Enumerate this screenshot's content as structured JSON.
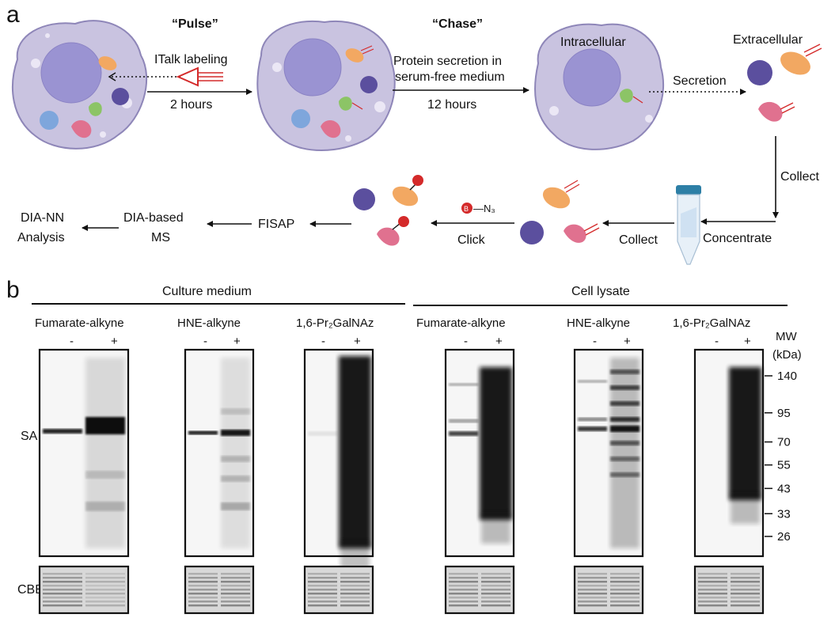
{
  "panel_a": {
    "letter": "a",
    "pulse_quote": "“Pulse”",
    "chase_quote": "“Chase”",
    "italk_label": "ITalk labeling",
    "time_pulse": "2 hours",
    "secretion_line1": "Protein secretion in",
    "secretion_line2": "serum-free medium",
    "time_chase": "12 hours",
    "intracellular": "Intracellular",
    "extracellular": "Extracellular",
    "secretion": "Secretion",
    "collect_right": "Collect",
    "concentrate": "Concentrate",
    "collect_bottom": "Collect",
    "click": "Click",
    "azide_label": "—N₃",
    "biotin_letter": "B",
    "fisap": "FISAP",
    "dia_ms_line1": "DIA-based",
    "dia_ms_line2": "MS",
    "dia_nn_line1": "DIA-NN",
    "dia_nn_line2": "Analysis"
  },
  "panel_b": {
    "letter": "b",
    "group_culture": "Culture medium",
    "group_lysate": "Cell lysate",
    "probes": [
      {
        "name": "Fumarate-alkyne",
        "minus": "-",
        "plus": "+"
      },
      {
        "name": "HNE-alkyne",
        "minus": "-",
        "plus": "+"
      },
      {
        "name": "1,6-Pr₂GalNAz",
        "minus": "-",
        "plus": "+"
      },
      {
        "name": "Fumarate-alkyne",
        "minus": "-",
        "plus": "+"
      },
      {
        "name": "HNE-alkyne",
        "minus": "-",
        "plus": "+"
      },
      {
        "name": "1,6-Pr₂GalNAz",
        "minus": "-",
        "plus": "+"
      }
    ],
    "row_sa": "SA",
    "row_cbb": "CBB",
    "mw_title": "MW",
    "mw_unit": "(kDa)",
    "mw_markers": [
      {
        "label": "140",
        "value": 140
      },
      {
        "label": "95",
        "value": 95
      },
      {
        "label": "70",
        "value": 70
      },
      {
        "label": "55",
        "value": 55
      },
      {
        "label": "43",
        "value": 43
      },
      {
        "label": "33",
        "value": 33
      },
      {
        "label": "26",
        "value": 26
      }
    ]
  },
  "colors": {
    "cell_fill": "#c9c3e0",
    "cell_stroke": "#8e86b8",
    "nucleus": "#9a93d2",
    "protein_orange": "#f2a862",
    "protein_purple": "#5b4f9e",
    "protein_green": "#8cc466",
    "protein_blue": "#7ea6dc",
    "protein_pink": "#e0718f",
    "probe_red": "#d42a2a",
    "tube_cap": "#2d7fa6"
  }
}
